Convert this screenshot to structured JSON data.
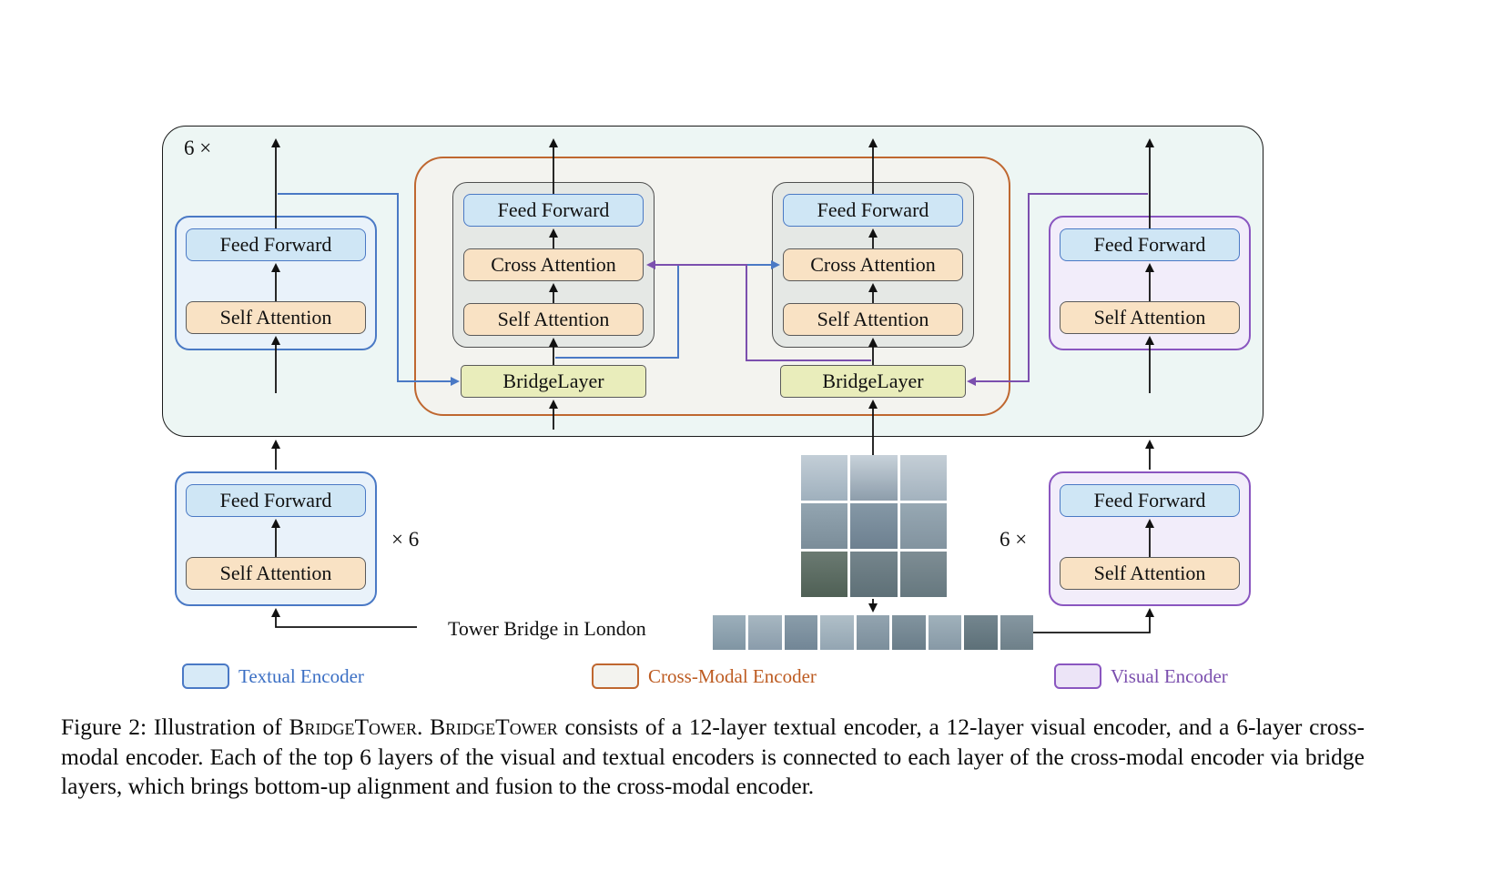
{
  "figure": {
    "repeat_top": "6 ×",
    "repeat_textual": "× 6",
    "repeat_visual": "6 ×",
    "text_input": "Tower Bridge in London",
    "labels": {
      "feed_forward": "Feed Forward",
      "self_attention": "Self Attention",
      "cross_attention": "Cross Attention",
      "bridge_layer": "BridgeLayer"
    },
    "legend": [
      {
        "label": "Textual Encoder",
        "text_color": "#3b6fc4",
        "swatch_fill": "#d7eaf7",
        "swatch_border": "#4a79c5"
      },
      {
        "label": "Cross-Modal Encoder",
        "text_color": "#bd5b21",
        "swatch_fill": "#f3f3ef",
        "swatch_border": "#bf6730"
      },
      {
        "label": "Visual Encoder",
        "text_color": "#7b4fae",
        "swatch_fill": "#ece4f7",
        "swatch_border": "#8a56c0"
      }
    ],
    "colors": {
      "textual_border": "#4a79c5",
      "cross_modal_border": "#bf6730",
      "visual_border": "#8a56c0",
      "feed_forward_fill": "#cfe6f5",
      "attention_fill": "#f9e2c4",
      "bridge_layer_fill": "#e9edbb",
      "stack_container_fill": "#edf6f4",
      "cross_modal_fill": "#f3f3ef",
      "blue_line": "#4a79c5",
      "purple_line": "#7b4fae"
    }
  },
  "caption": {
    "lead": "Figure 2: Illustration of ",
    "brand1": "BridgeTower",
    "mid": ". ",
    "brand2": "BridgeTower",
    "rest": " consists of a 12-layer textual encoder, a 12-layer visual encoder, and a 6-layer cross-modal encoder. Each of the top 6 layers of the visual and textual encoders is connected to each layer of the cross-modal encoder via bridge layers, which brings bottom-up alignment and fusion to the cross-modal encoder."
  }
}
